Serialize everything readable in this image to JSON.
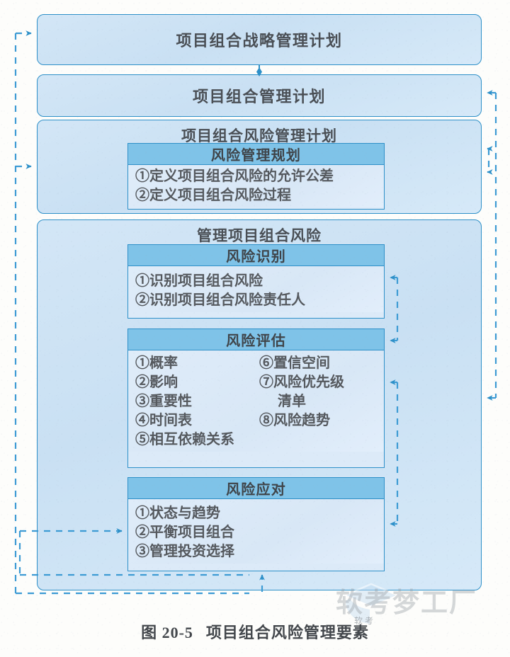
{
  "figure": {
    "number": "图 20-5",
    "title": "项目组合风险管理要素"
  },
  "watermark": {
    "text": "软考梦工厂",
    "sub": "软考",
    "icon": "graduation-cap-icon"
  },
  "boxes": {
    "strategic_plan": {
      "title": "项目组合战略管理计划"
    },
    "portfolio_plan": {
      "title": "项目组合管理计划"
    },
    "risk_mgmt_plan": {
      "title": "项目组合风险管理计划",
      "panel": {
        "head": "风险管理规划",
        "items": [
          "①定义项目组合风险的允许公差",
          "②定义项目组合风险过程"
        ]
      }
    },
    "manage_risk": {
      "title": "管理项目组合风险",
      "panels": [
        {
          "head": "风险识别",
          "items": [
            "①识别项目组合风险",
            "②识别项目组合风险责任人"
          ]
        },
        {
          "head": "风险评估",
          "left_items": [
            "①概率",
            "②影响",
            "③重要性",
            "④时间表",
            "⑤相互依赖关系"
          ],
          "right_items": [
            "⑥置信空间",
            "⑦风险优先级",
            "清单",
            "⑧风险趋势"
          ]
        },
        {
          "head": "风险应对",
          "items": [
            "①状态与趋势",
            "②平衡项目组合",
            "③管理投资选择"
          ]
        }
      ]
    }
  },
  "colors": {
    "stroke": "#2e90c8",
    "outer_fill": "#cfe4f5",
    "inner_fill": "#dceaf8",
    "header_fill": "#7fc3e8",
    "text": "#4a4f55",
    "dashed": "#3d9bd4"
  }
}
